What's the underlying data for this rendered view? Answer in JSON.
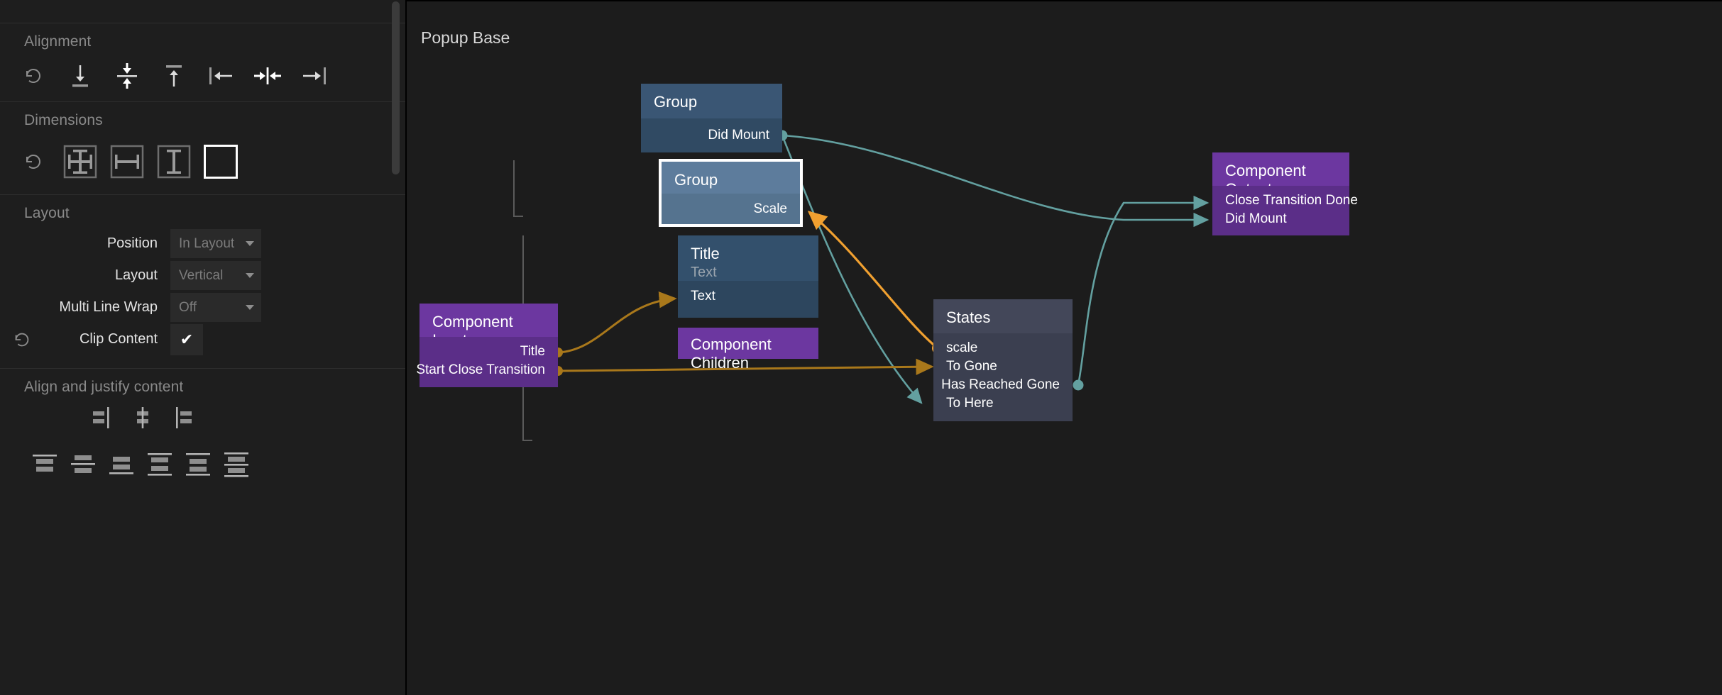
{
  "inspector": {
    "sections": {
      "alignment": {
        "title": "Alignment",
        "buttons": [
          {
            "name": "reset-alignment-icon",
            "label": "reset"
          },
          {
            "name": "align-bottom-icon",
            "label": "Align Bottom"
          },
          {
            "name": "align-vertical-center-icon",
            "label": "Align Vertical Center"
          },
          {
            "name": "align-top-icon",
            "label": "Align Top"
          },
          {
            "name": "align-left-icon",
            "label": "Align Left"
          },
          {
            "name": "align-horizontal-center-icon",
            "label": "Align Horizontal Center"
          },
          {
            "name": "align-right-icon",
            "label": "Align Right"
          }
        ]
      },
      "dimensions": {
        "title": "Dimensions",
        "buttons": [
          {
            "name": "reset-dimensions-icon",
            "label": "reset"
          },
          {
            "name": "size-both-icon",
            "label": "Fit Both"
          },
          {
            "name": "size-width-icon",
            "label": "Fit Width"
          },
          {
            "name": "size-height-icon",
            "label": "Fit Height"
          },
          {
            "name": "size-fixed-icon",
            "label": "Fixed",
            "selected": true
          }
        ]
      },
      "layout": {
        "title": "Layout",
        "rows": [
          {
            "label": "Position",
            "value": "In Layout",
            "type": "select"
          },
          {
            "label": "Layout",
            "value": "Vertical",
            "type": "select"
          },
          {
            "label": "Multi Line Wrap",
            "value": "Off",
            "type": "select"
          },
          {
            "label": "Clip Content",
            "value": "✔",
            "type": "checkbox",
            "checked": true,
            "has_reset": true
          }
        ]
      },
      "align_justify": {
        "title": "Align and justify content",
        "row1": [
          {
            "name": "justify-content-start-icon"
          },
          {
            "name": "justify-content-center-icon"
          },
          {
            "name": "justify-content-end-icon"
          }
        ],
        "row2": [
          {
            "name": "align-content-start-icon"
          },
          {
            "name": "align-content-center-icon"
          },
          {
            "name": "align-content-end-icon"
          },
          {
            "name": "align-content-space-between-icon"
          },
          {
            "name": "align-content-space-around-icon"
          },
          {
            "name": "align-content-space-evenly-icon"
          }
        ]
      }
    }
  },
  "canvas": {
    "title": "Popup Base",
    "nodes": [
      {
        "id": "group-outer",
        "title": "Group",
        "outputs": [
          "Did Mount"
        ],
        "inputs": [],
        "selected": false
      },
      {
        "id": "group-selected",
        "title": "Group",
        "outputs": [],
        "inputs": [],
        "ports_left": [
          "Scale"
        ],
        "selected": true
      },
      {
        "id": "title-text",
        "title": "Title",
        "subtitle": "Text",
        "inputs": [
          "Text"
        ],
        "selected": false
      },
      {
        "id": "component-children",
        "title": "Component Children",
        "selected": false
      },
      {
        "id": "component-inputs",
        "title": "Component Inputs",
        "outputs": [
          "Title",
          "Start Close Transition"
        ],
        "selected": false
      },
      {
        "id": "states",
        "title": "States",
        "inputs": [
          "scale",
          "To Gone",
          "To Here"
        ],
        "outputs": [
          "Has Reached Gone"
        ],
        "selected": false
      },
      {
        "id": "component-outputs",
        "title": "Component Outputs",
        "inputs": [
          "Close Transition Done",
          "Did Mount"
        ],
        "selected": false
      }
    ]
  },
  "colors": {
    "background": "#1c1c1c",
    "panel": "#1e1e1e",
    "purple_header": "#6c37a0",
    "purple_body": "#5b2e88",
    "blue_header": "#3a5674",
    "blue_body": "#304a63",
    "blue_selected_header": "#5d7c9c",
    "blue_selected_body": "#55738f",
    "states_header": "#434759",
    "states_body": "#3b3f50",
    "wire_teal": "#63a0a0",
    "wire_orange": "#f0a030",
    "wire_gold": "#b8860b",
    "selection_outline": "#ffffff"
  }
}
